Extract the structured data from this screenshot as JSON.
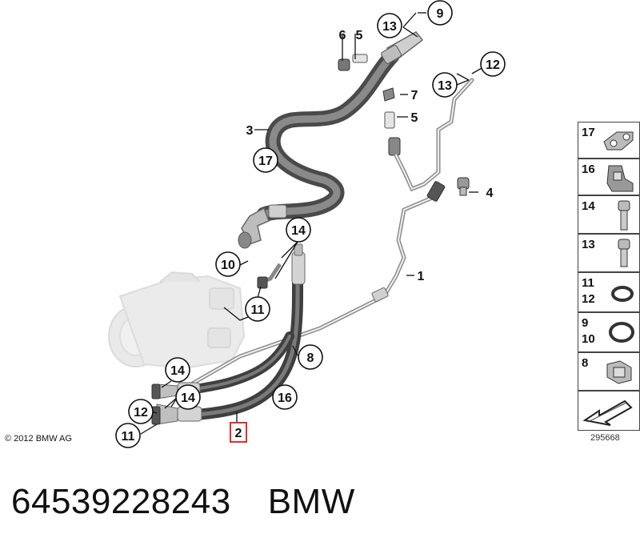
{
  "callouts": {
    "c1": "1",
    "c2": "2",
    "c3": "3",
    "c4": "4",
    "c5a": "5",
    "c5b": "5",
    "c6": "6",
    "c7": "7",
    "c8": "8",
    "c9": "9",
    "c10": "10",
    "c11a": "11",
    "c11b": "11",
    "c12a": "12",
    "c12b": "12",
    "c13a": "13",
    "c13b": "13",
    "c14a": "14",
    "c14b": "14",
    "c14c": "14",
    "c16": "16",
    "c17": "17"
  },
  "highlight_color": "#e0302a",
  "legend": {
    "items": [
      {
        "label": "17"
      },
      {
        "label": "16"
      },
      {
        "label": "14"
      },
      {
        "label": "13"
      },
      {
        "label": "11",
        "label2": "12"
      },
      {
        "label": "9",
        "label2": "10"
      },
      {
        "label": "8"
      }
    ]
  },
  "copyright": "© 2012 BMW AG",
  "diagram_id": "295668",
  "caption": {
    "part_number": "64539228243",
    "brand": "BMW"
  }
}
